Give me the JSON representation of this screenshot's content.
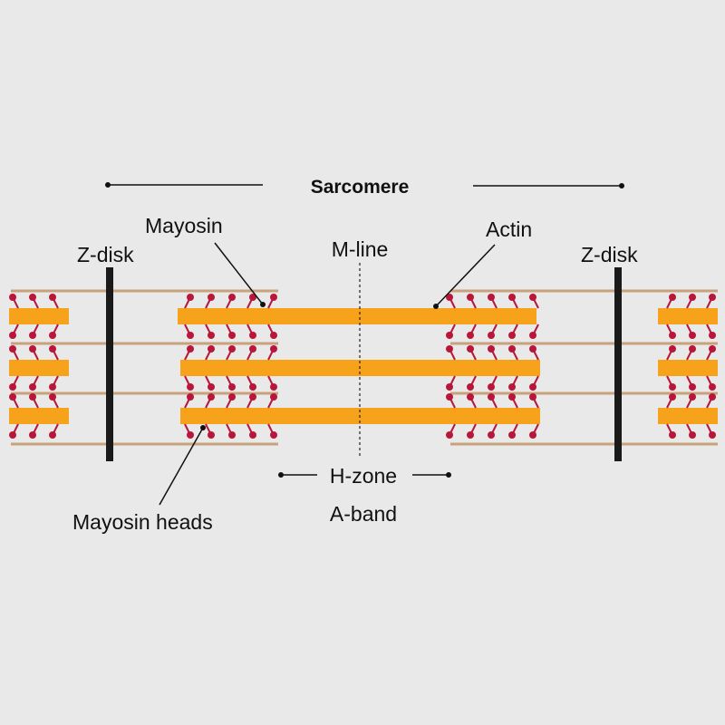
{
  "title": "Sarcomere",
  "labels": {
    "z_disk_left": "Z-disk",
    "z_disk_right": "Z-disk",
    "myosin": "Mayosin",
    "m_line": "M-line",
    "actin": "Actin",
    "h_zone": "H-zone",
    "a_band": "A-band",
    "myosin_heads": "Mayosin heads"
  },
  "colors": {
    "background": "#e9e9ea",
    "myosin_filament": "#f7a21b",
    "actin_filament": "#c8a27c",
    "myosin_head": "#b8173a",
    "z_disk": "#1a1a1a",
    "text": "#111111"
  }
}
